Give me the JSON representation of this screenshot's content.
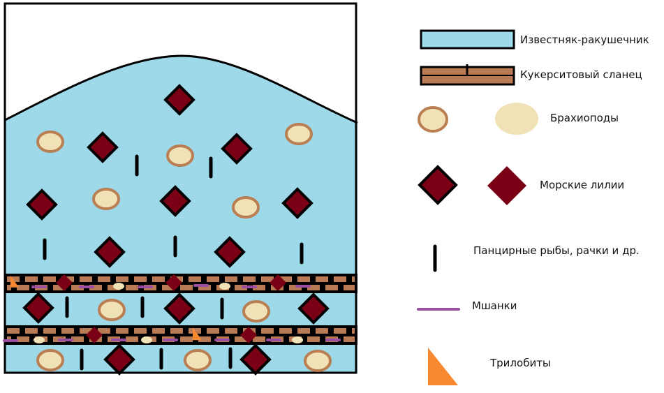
{
  "colors": {
    "limestone": "#9dd9e8",
    "shale": "#b87a55",
    "brachiopod_fill": "#f0e2b6",
    "brachiopod_ring": "#b97e52",
    "crinoid": "#7a0016",
    "bryozoa": "#9a4fa3",
    "trilobite": "#f7882f",
    "outline": "#000000"
  },
  "legend": {
    "limestone": "Известняк-ракушечник",
    "shale": "Кукерситовый сланец",
    "brachiopods": "Брахиоподы",
    "crinoids": "Морские лилии",
    "armored_fish": "Панцирные рыбы, рачки и др.",
    "bryozoa": "Мшанки",
    "trilobites": "Трилобиты"
  }
}
